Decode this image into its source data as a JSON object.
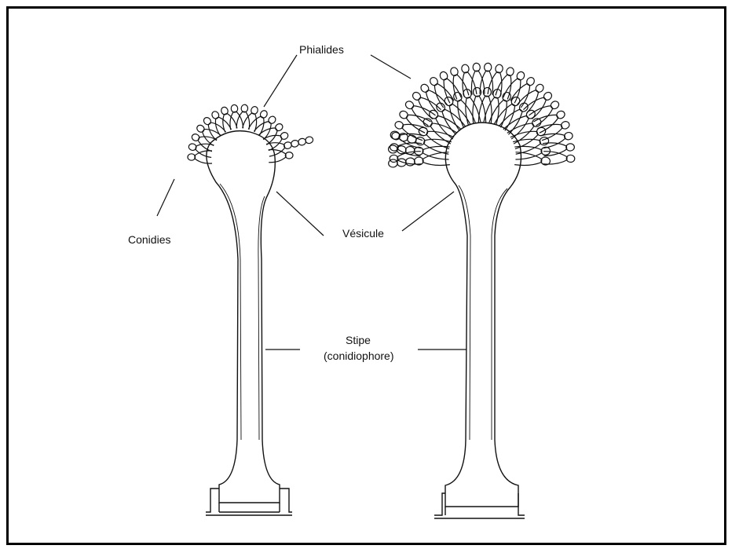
{
  "labels": {
    "phialides": "Phialides",
    "conidies": "Conidies",
    "vesicule": "Vésicule",
    "stipe": "Stipe",
    "conidiophore": "(conidiophore)"
  },
  "colors": {
    "ink": "#111111",
    "frame": "#000000",
    "background": "#ffffff"
  }
}
